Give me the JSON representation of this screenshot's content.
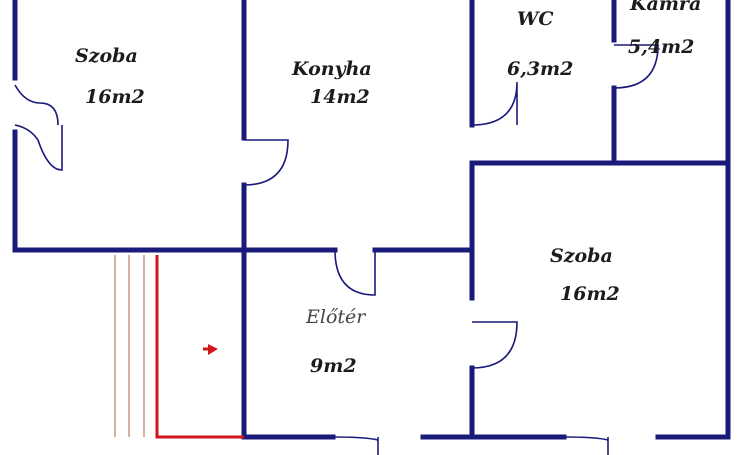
{
  "rooms": [
    {
      "id": "szoba-left",
      "name": "Szoba",
      "area": "16m2"
    },
    {
      "id": "konyha",
      "name": "Konyha",
      "area": "14m2"
    },
    {
      "id": "wc",
      "name": "WC",
      "area": "6,3m2"
    },
    {
      "id": "kamra",
      "name": "Kamra",
      "area": "5,4m2"
    },
    {
      "id": "szoba-right",
      "name": "Szoba",
      "area": "16m2"
    },
    {
      "id": "eloter",
      "name": "Előtér",
      "area": "9m2"
    }
  ],
  "colors": {
    "wall": "#1a1a7a",
    "stairs": "#c99a82",
    "entry": "#d0161c",
    "text": "#1c1c1c"
  }
}
